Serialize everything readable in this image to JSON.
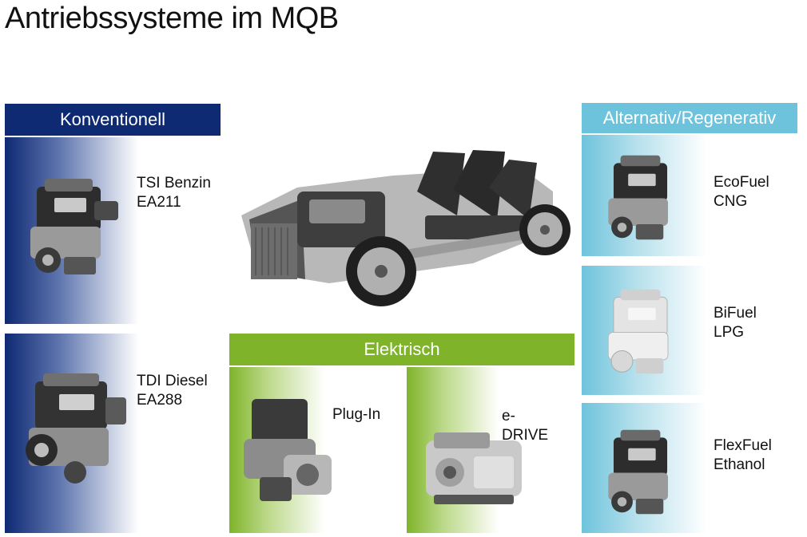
{
  "title": "Antriebssysteme im MQB",
  "konventionell": {
    "header": "Konventionell",
    "color": "#0e2a73",
    "items": [
      {
        "line1": "TSI Benzin",
        "line2": "EA211",
        "icon": "engine-icon"
      },
      {
        "line1": "TDI Diesel",
        "line2": "EA288",
        "icon": "engine-icon"
      }
    ]
  },
  "alternativ": {
    "header": "Alternativ/Regenerativ",
    "color": "#6ec3dc",
    "items": [
      {
        "line1": "EcoFuel",
        "line2": "CNG",
        "icon": "engine-icon"
      },
      {
        "line1": "BiFuel",
        "line2": "LPG",
        "icon": "engine-icon"
      },
      {
        "line1": "FlexFuel",
        "line2": "Ethanol",
        "icon": "engine-icon"
      }
    ]
  },
  "elektrisch": {
    "header": "Elektrisch",
    "color": "#7fb42a",
    "items": [
      {
        "line1": "Plug-In",
        "line2": "",
        "icon": "hybrid-drive-icon"
      },
      {
        "line1": "e-",
        "line2": "DRIVE",
        "icon": "electric-motor-icon"
      }
    ]
  },
  "chassis": {
    "icon": "car-chassis-icon"
  }
}
